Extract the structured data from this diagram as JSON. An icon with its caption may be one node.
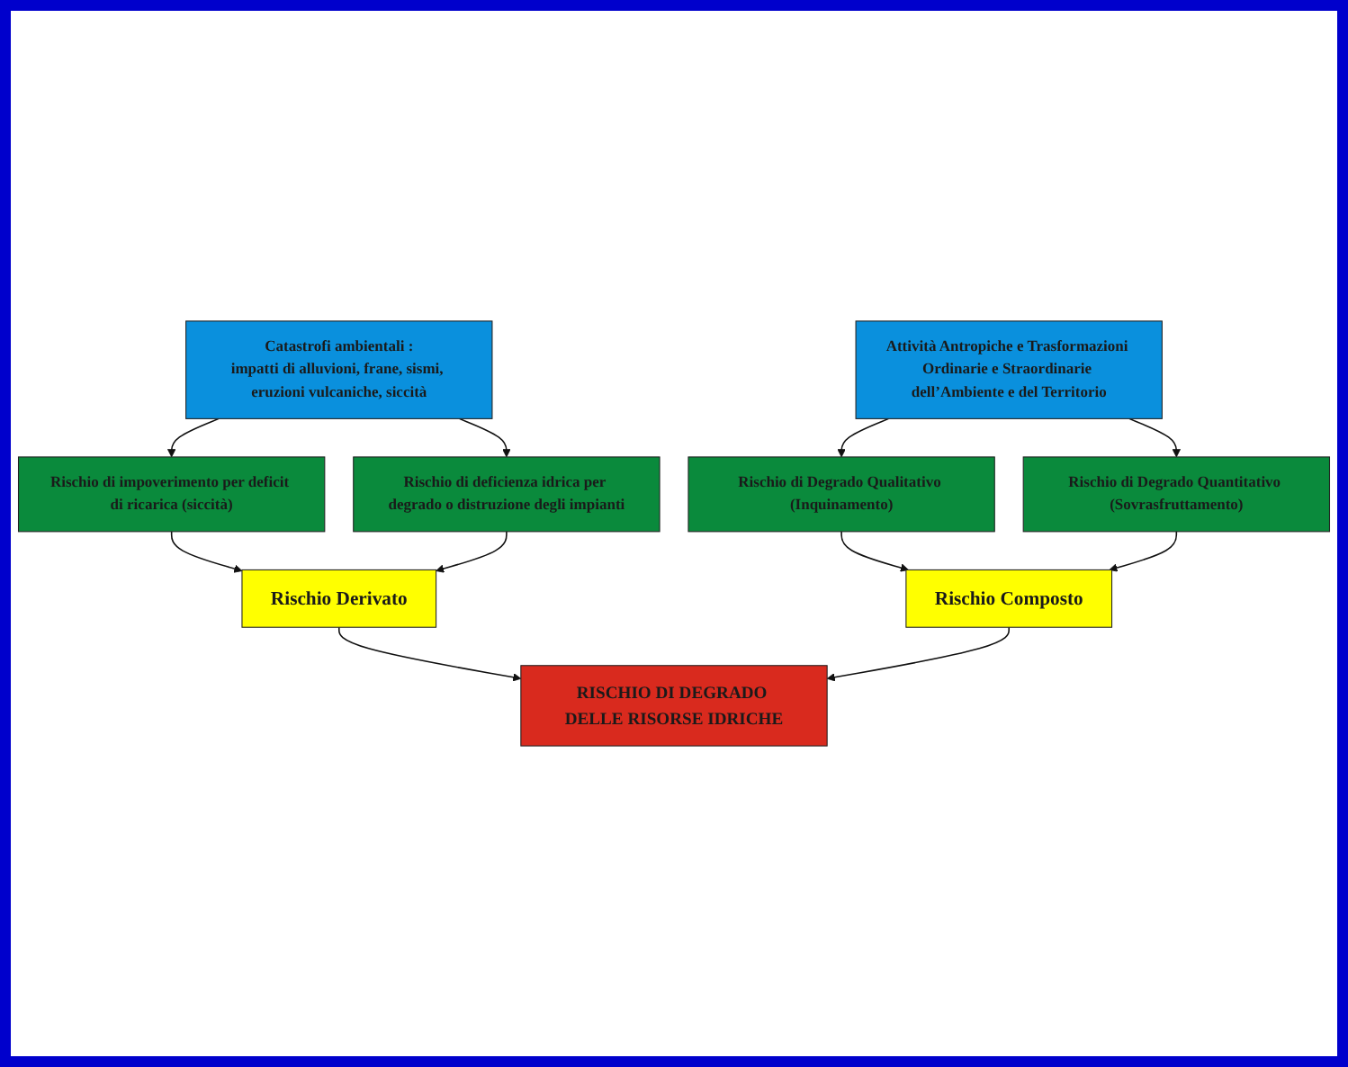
{
  "diagram": {
    "nodes": [
      {
        "text": [
          "Catastrofi ambientali :",
          "impatti di alluvioni, frane, sismi, eruzioni vulcaniche, siccità"
        ]
      },
      {
        "text": [
          "Rischio Derivato"
        ]
      },
      {
        "text": [
          "Rischio di impoverimento per deficit di ricarica (siccità)"
        ]
      },
      {
        "text": [
          "Rischio di deficienza idrica per degrado o distruzione degli impianti"
        ]
      },
      {
        "text": [
          "RISCHIO DI DEGRADO DELLE RISORSE IDRICHE"
        ]
      },
      {
        "text": [
          "Rischio di Degrado Qualitativo (Inquinamento)"
        ]
      },
      {
        "text": [
          "Rischio di Degrado Quantitativo (Sovrasfruttamento)"
        ]
      },
      {
        "text": [
          "Rischio Composto"
        ]
      },
      {
        "text": [
          "Attività Antropiche e Trasformazioni Ordinarie e Straordinarie dell’Ambiente e del Territorio"
        ]
      }
    ],
    "edges": [
      {
        "from": 0,
        "to": 2,
        "arrow": "to"
      },
      {
        "from": 0,
        "to": 3,
        "arrow": "to"
      },
      {
        "from": 2,
        "to": 1,
        "arrow": "to"
      },
      {
        "from": 3,
        "to": 1,
        "arrow": "to"
      },
      {
        "from": 1,
        "to": 4,
        "arrow": "to"
      },
      {
        "from": 7,
        "to": 4,
        "arrow": "to"
      },
      {
        "from": 5,
        "to": 7,
        "arrow": "to"
      },
      {
        "from": 6,
        "to": 7,
        "arrow": "to"
      },
      {
        "from": 8,
        "to": 5,
        "arrow": "to"
      },
      {
        "from": 8,
        "to": 6,
        "arrow": "to"
      }
    ]
  }
}
